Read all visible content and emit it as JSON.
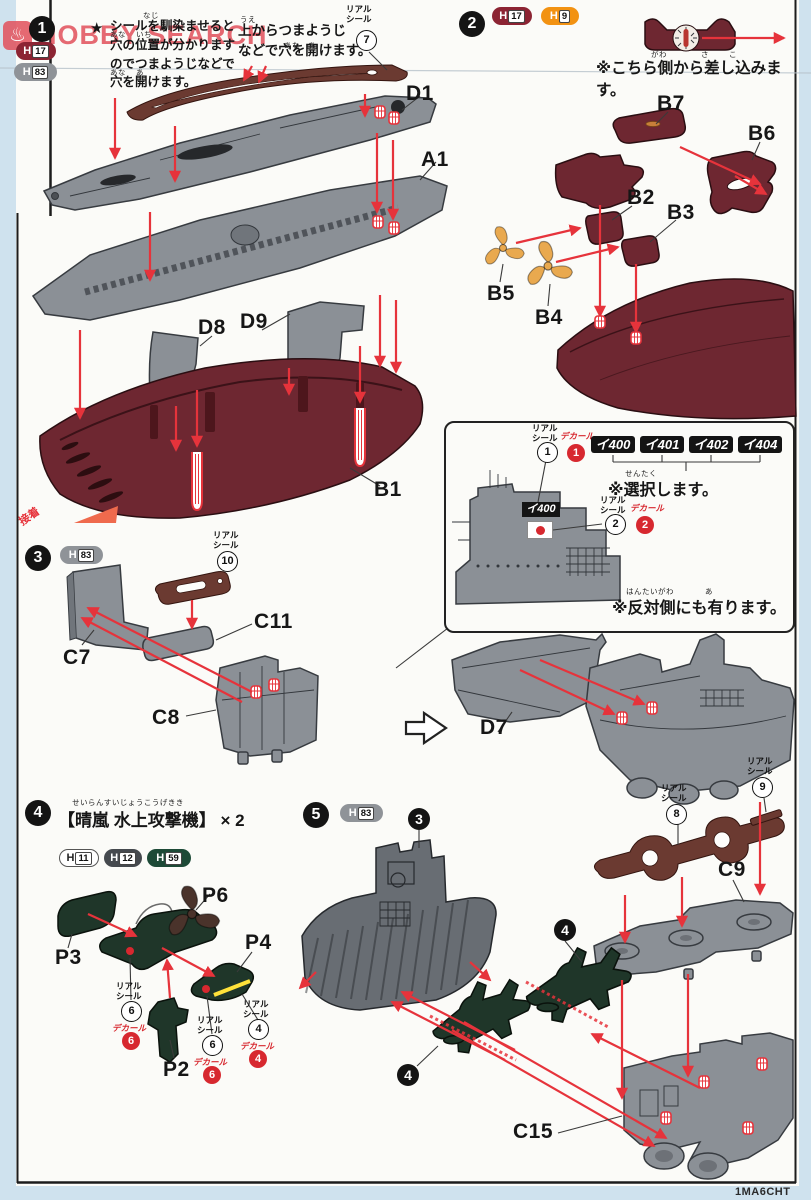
{
  "palette": {
    "page": "#fbfbf8",
    "margin_blue": "#cfe2ee",
    "hull_red": "#6e2731",
    "sticker_red": "#6b3a31",
    "part_gray": "#8b9096",
    "part_gray_dark": "#70757b",
    "hangar_gray": "#686d73",
    "plane_green": "#1f3629",
    "prop_orange": "#e9a94f",
    "prop_brown": "#4a332b",
    "arrow_red": "#e6333b",
    "decal_red": "#d7282f",
    "h17": "#8c2433",
    "h83": "#8f9398",
    "h9": "#f29212",
    "h11": "#ffffff",
    "h12": "#45494e",
    "h59": "#1d4a37",
    "logo_red": "#e25560"
  },
  "watermark": {
    "brand": "HOBBY SEARCH",
    "icon": "flame-icon"
  },
  "footer": {
    "code": "1MA6CHT"
  },
  "steps": {
    "s1": "1",
    "s2": "2",
    "s3": "3",
    "s4": "4",
    "s5": "5",
    "ref3": "3",
    "ref4": "4"
  },
  "badges": {
    "h17": {
      "h": "H",
      "n": "17"
    },
    "h83": {
      "h": "H",
      "n": "83"
    },
    "h9": {
      "h": "H",
      "n": "9"
    },
    "h11": {
      "h": "H",
      "n": "11"
    },
    "h12": {
      "h": "H",
      "n": "12"
    },
    "h59": {
      "h": "H",
      "n": "59"
    }
  },
  "labels": {
    "d1": "D1",
    "a1": "A1",
    "d8": "D8",
    "d9": "D9",
    "b1": "B1",
    "b7": "B7",
    "b6": "B6",
    "b2": "B2",
    "b3": "B3",
    "b5": "B5",
    "b4": "B4",
    "c7": "C7",
    "c11": "C11",
    "c8": "C8",
    "d7": "D7",
    "c9": "C9",
    "c15": "C15",
    "p6": "P6",
    "p3": "P3",
    "p4": "P4",
    "p2": "P2"
  },
  "notes": {
    "star": "★",
    "star_note": "シールを馴染ませると\n穴の位置が分かります\nのでつまようじなどで\n穴を開けます。",
    "top_note": "上からつまようじ\nなどで穴を開けます。",
    "insert_note": "※こちら側から差し込みます。",
    "select_note": "※選択します。",
    "opposite_note": "※反対側にも有ります。",
    "glue": "接着",
    "step4_title": "【晴嵐 水上攻撃機】 × 2"
  },
  "furigana": {
    "seiran": "せいらんすいじょうこうげきき",
    "sentaku": "せんたく",
    "hantaigawa": "はんたいがわ",
    "ari": "あ",
    "gawa": "がわ",
    "sashi": "さ",
    "komi": "こ",
    "naji": "なじ",
    "ana": "あな",
    "ichi": "いち",
    "ake": "あ",
    "ue": "うえ"
  },
  "callouts": {
    "seal": "リアル\nシール",
    "decal": "デカール",
    "n1": "1",
    "n2": "2",
    "n4": "4",
    "n6": "6",
    "n7": "7",
    "n8": "8",
    "n9": "9",
    "n10": "10"
  },
  "box": {
    "options": [
      "イ400",
      "イ401",
      "イ402",
      "イ404"
    ],
    "plate": "イ400"
  }
}
